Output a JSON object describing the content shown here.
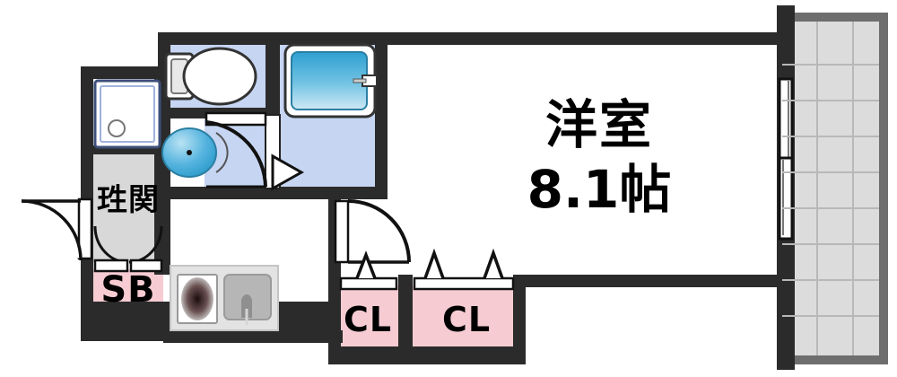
{
  "plan": {
    "title": "Apartment Floor Plan",
    "rooms": [
      {
        "key": "main_room",
        "name": "洋室",
        "size": "8.1帖",
        "type": "western-room"
      },
      {
        "key": "genkan",
        "name": "珄関",
        "type": "entrance"
      },
      {
        "key": "shoe_box",
        "name": "SB",
        "type": "shoe-box"
      },
      {
        "key": "closet_1",
        "name": "CL",
        "type": "closet"
      },
      {
        "key": "closet_2",
        "name": "CL",
        "type": "closet"
      }
    ],
    "labels": {
      "main_room_name": "洋室",
      "main_room_size": "8.1帖",
      "genkan": "珄関",
      "shoe_box": "SB",
      "closet_1": "CL",
      "closet_2": "CL"
    },
    "fixtures": [
      {
        "name": "toilet",
        "label": ""
      },
      {
        "name": "bathtub",
        "label": ""
      },
      {
        "name": "washbasin",
        "label": ""
      },
      {
        "name": "washing-machine",
        "label": ""
      },
      {
        "name": "kitchen-sink",
        "label": ""
      },
      {
        "name": "stove",
        "label": ""
      },
      {
        "name": "balcony",
        "label": ""
      }
    ],
    "colors": {
      "wall": "#2b2b2b",
      "wall_outer": "#6e6e6e",
      "water_area": "#c6d5f2",
      "closet": "#f6ccd2",
      "entrance": "#d8d8d8",
      "balcony": "#dcdcdc",
      "bathtub_water": "#5ab4dd",
      "text": "#000000"
    }
  }
}
